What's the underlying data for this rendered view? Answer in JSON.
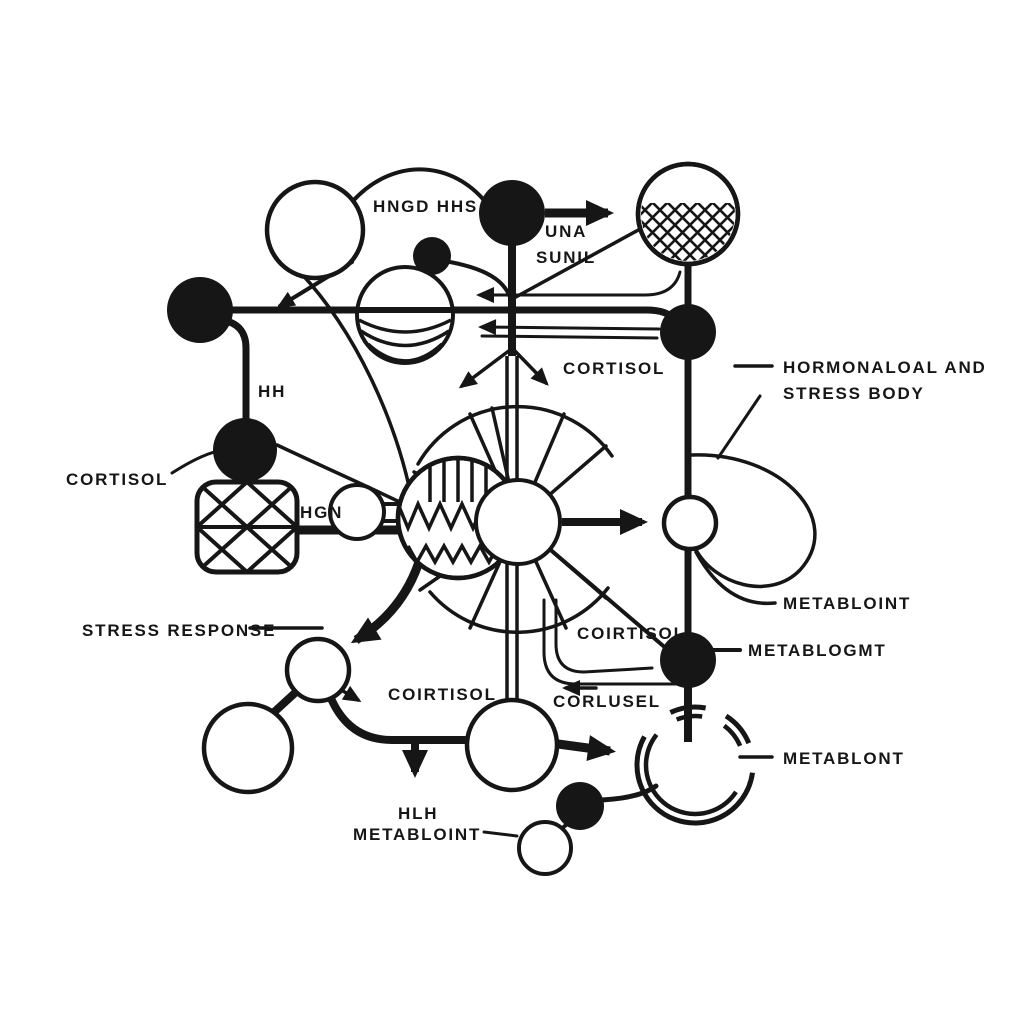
{
  "title": "Hand-drawn hormonal stress-response flow diagram",
  "colors": {
    "ink": "#161616",
    "background": "#ffffff"
  },
  "labels": {
    "hngd_hhs": "HNGD HHS",
    "una": "UNA",
    "sunil": "SUNIL",
    "cortisol_top": "CORTISOL",
    "hormonaloal_line1": "HORMONALOAL AND",
    "hormonaloal_line2": "STRESS BODY",
    "hh": "HH",
    "cortisol_left": "CORTISOL",
    "hgn": "HGN",
    "metabloint_right": "METABLOINT",
    "metablogmt": "METABLOGMT",
    "stress_response": "STRESS RESPONSE",
    "coirtisol_right": "COIRTISOL",
    "coirtisol_center": "COIRTISOL",
    "corlusel": "CORLUSEL",
    "metablont_bottom_right": "METABLONT",
    "hlh": "HLH",
    "metabloint_bottom": "METABLOINT"
  },
  "icons": {
    "hatched_vessel": "circle-with-crosshatch-fill",
    "striped_sphere": "circle-with-latitude-lines",
    "crosshatch_box": "rounded-square-with-x-lattice",
    "comb_gear": "circle-with-comb-and-zigzag",
    "radial_hub": "circle-with-radiating-spokes",
    "broken_ring": "segmented-double-ring"
  }
}
